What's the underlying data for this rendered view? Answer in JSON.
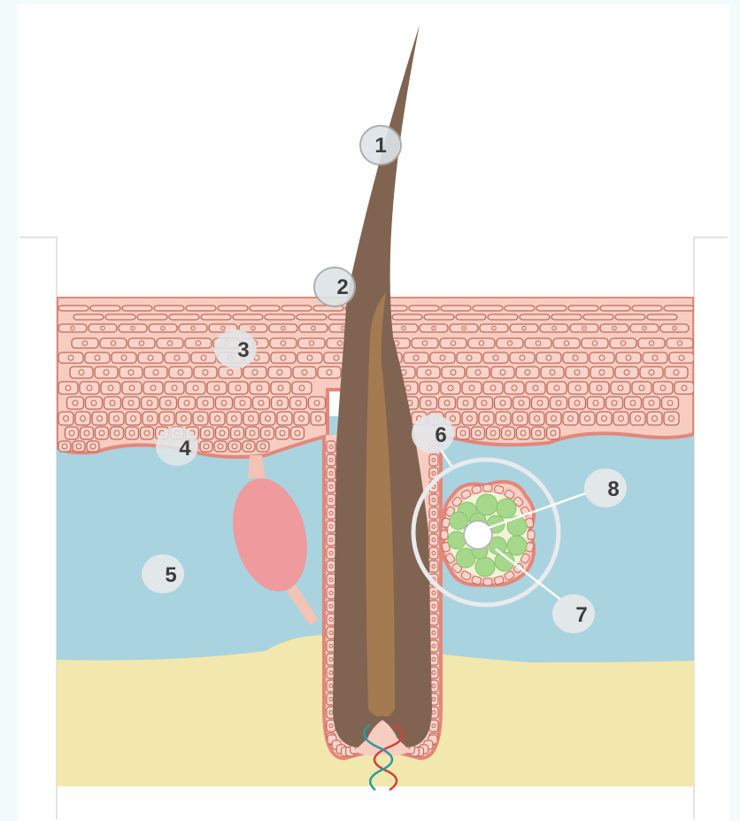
{
  "diagram": {
    "callouts": [
      {
        "id": "1",
        "label": "1"
      },
      {
        "id": "2",
        "label": "2"
      },
      {
        "id": "3",
        "label": "3"
      },
      {
        "id": "4",
        "label": "4"
      },
      {
        "id": "5",
        "label": "5"
      },
      {
        "id": "6",
        "label": "6"
      },
      {
        "id": "7",
        "label": "7"
      },
      {
        "id": "8",
        "label": "8"
      }
    ]
  },
  "colors": {
    "background": "#f3fafc",
    "epidermis": "#f7cdc1",
    "cell_outline": "#c06a5c",
    "basement_membrane": "#e5867a",
    "dermis": "#a9d3df",
    "hypodermis": "#f2e8ad",
    "hair_shaft": "#806451",
    "hair_core": "#a77c50",
    "arrector_muscle": "#ef9a9c",
    "sebaceous_cells": "#a6d88c",
    "callout_fill": "#d8e2e6",
    "callout_text": "#3d3d3d",
    "nerve_red": "#d1413d",
    "nerve_teal": "#2a9aa0"
  }
}
